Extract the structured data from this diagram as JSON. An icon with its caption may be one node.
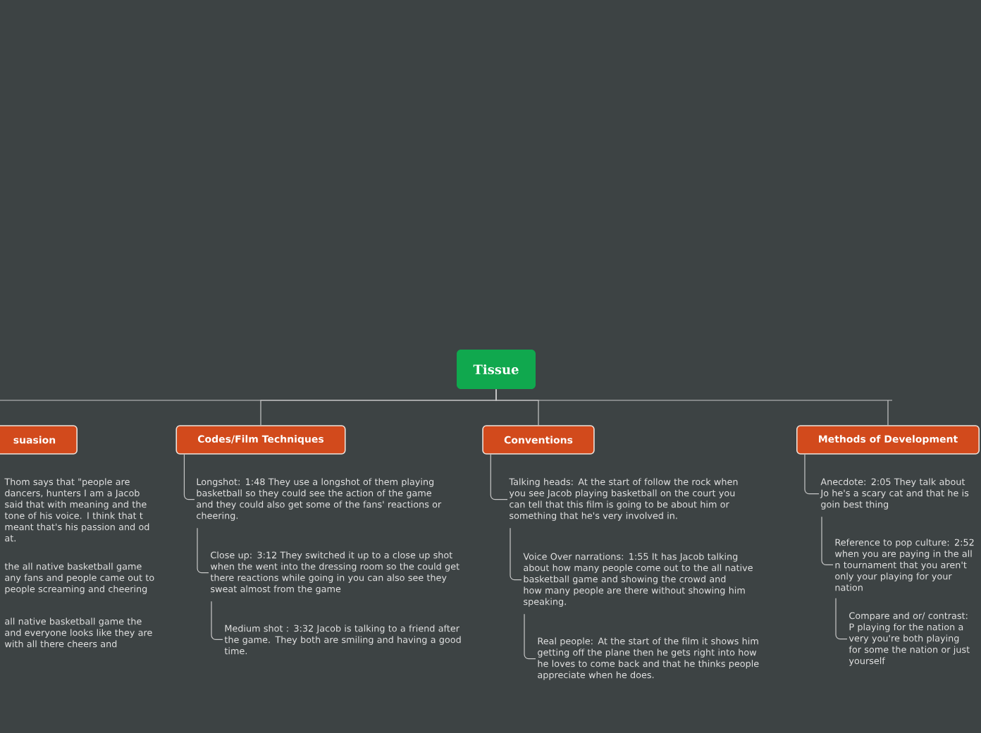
{
  "diagram": {
    "nodes": [
      {
        "text": [
          "Tissue"
        ]
      },
      {
        "text": [
          "suasion"
        ]
      },
      {
        "text": [
          "Codes/Film Techniques"
        ]
      },
      {
        "text": [
          "Conventions"
        ]
      },
      {
        "text": [
          "Methods of Development"
        ]
      },
      {
        "text": [
          "Thom says that \"people are dancers, hunters I am a Jacob said that with meaning and the tone of his voice. I think that t meant that's his passion and od at."
        ]
      },
      {
        "text": [
          "the all native basketball game any fans and people came out to people screaming and cheering"
        ]
      },
      {
        "text": [
          "all native basketball game the and everyone looks like they are with all there cheers and"
        ]
      },
      {
        "text": [
          "Longshot: 1:48 They use a longshot of them playing basketball so they could see the action of the game and they could also get some of the fans' reactions or cheering."
        ]
      },
      {
        "text": [
          "Close up: 3:12 They switched it up to a close up shot when the went into the dressing room so the could get there reactions while going in you can also see they sweat almost from the game"
        ]
      },
      {
        "text": [
          "Medium shot : 3:32 Jacob is talking to a friend after the game. They both are smiling and having a good time."
        ]
      },
      {
        "text": [
          "Talking heads: At the start of follow the rock when you see Jacob playing basketball on the court you can tell that this film is going to be about him or something that he's very involved in."
        ]
      },
      {
        "text": [
          "Voice Over narrations: 1:55 It has Jacob talking about how many people come out to the all native basketball game and showing the crowd and how many people are there without showing him speaking."
        ]
      },
      {
        "text": [
          "Real people: At the start of the film it shows him getting off the plane then he gets right into how he loves to come back and that he thinks people appreciate when he does."
        ]
      },
      {
        "text": [
          "Anecdote: 2:05 They talk about Jo he's a scary cat and that he is goin best thing"
        ]
      },
      {
        "text": [
          "Reference to pop culture: 2:52 when you are paying in the all n tournament that you aren't only your playing for your nation"
        ]
      },
      {
        "text": [
          "Compare and or/ contrast: P playing for the nation a very you're both playing for some the nation or just yourself"
        ]
      }
    ],
    "edges": [
      {
        "from": 0,
        "to": null,
        "arrow": "none"
      },
      {
        "from": 0,
        "to": 2,
        "arrow": "none"
      },
      {
        "from": 0,
        "to": 3,
        "arrow": "none"
      },
      {
        "from": 0,
        "to": 4,
        "arrow": "none"
      },
      {
        "from": 2,
        "to": 8,
        "arrow": "none"
      },
      {
        "from": 8,
        "to": 9,
        "arrow": "none"
      },
      {
        "from": 9,
        "to": 10,
        "arrow": "none"
      },
      {
        "from": 3,
        "to": 11,
        "arrow": "none"
      },
      {
        "from": 11,
        "to": 12,
        "arrow": "none"
      },
      {
        "from": 12,
        "to": 13,
        "arrow": "none"
      },
      {
        "from": 4,
        "to": 14,
        "arrow": "none"
      },
      {
        "from": 14,
        "to": 15,
        "arrow": "none"
      },
      {
        "from": 15,
        "to": 16,
        "arrow": "none"
      }
    ]
  }
}
